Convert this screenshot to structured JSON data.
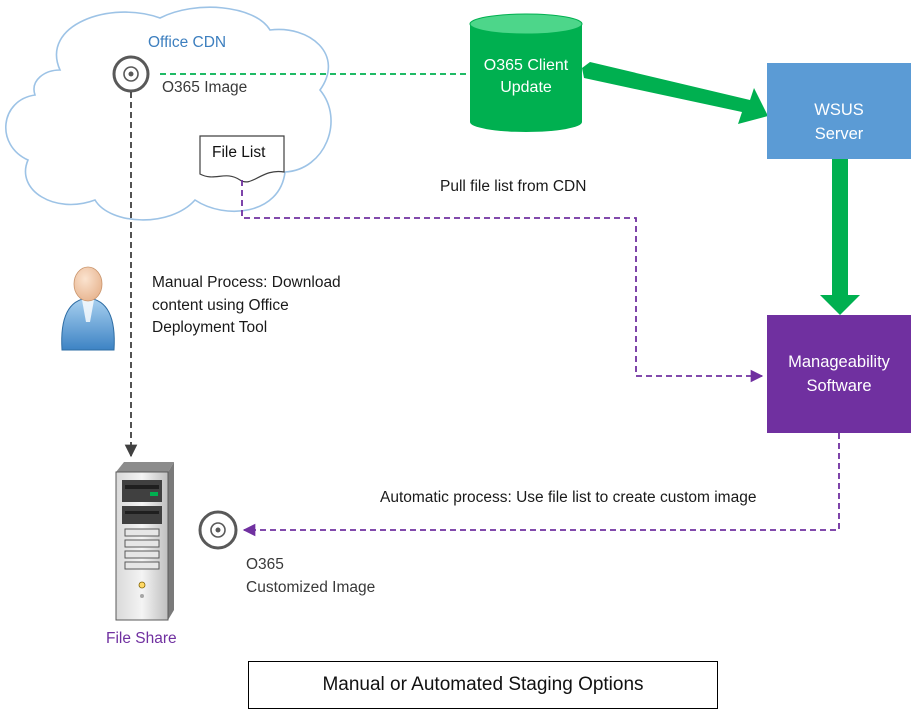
{
  "diagram": {
    "office_cdn": {
      "title": "Office CDN"
    },
    "o365_image": {
      "label": "O365 Image"
    },
    "file_list": {
      "label": "File List"
    },
    "client_update": {
      "line1": "O365 Client",
      "line2": "Update"
    },
    "wsus": {
      "line1": "WSUS",
      "line2": "Server"
    },
    "manageability": {
      "line1": "Manageability",
      "line2": "Software"
    },
    "pull_label": "Pull file list from CDN",
    "manual_process": {
      "line1": "Manual Process: Download",
      "line2": "content using Office",
      "line3": "Deployment Tool"
    },
    "auto_process": "Automatic process: Use file list to create custom image",
    "custom_image": {
      "line1": "O365",
      "line2": "Customized Image"
    },
    "file_share": {
      "label": "File Share"
    },
    "footer_title": "Manual or Automated Staging Options",
    "icons": [
      "disc-icon",
      "document-icon",
      "database-icon",
      "user-icon",
      "server-tower-icon"
    ]
  },
  "colors": {
    "green": "#00b050",
    "wsus_blue": "#5b9bd5",
    "purple": "#7030a0",
    "cloud_stroke": "#9dc3e6",
    "cdn_title": "#3d7fbf"
  }
}
